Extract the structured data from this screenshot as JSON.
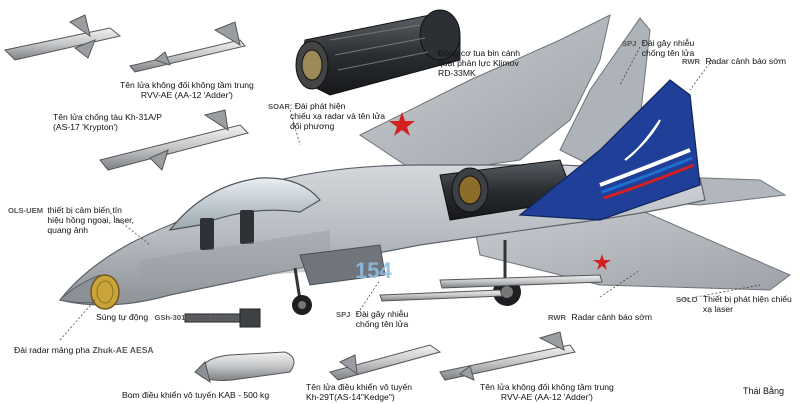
{
  "labels": {
    "rvv_ae_top": "Tên lửa không đối không tầm trung\nRVV-AE (AA-12 'Adder')",
    "kh31": "Tên lửa chống tàu Kh-31A/P\n(AS-17 'Krypton')",
    "engine": "Động cơ tua bin cánh\nquạt phản lực Klimov\nRD-33MK",
    "spj_top_code": "SPJ",
    "spj_top": "Đài gây nhiễu\nchống tên lửa",
    "rwr_top_code": "RWR",
    "rwr_top": "Radar cảnh báo sớm",
    "soar_code": "SOAR",
    "soar": ": Đài phát hiện\nchiếu xạ radar và tên lửa\nđối phương",
    "olsuem_code": "OLS-UEM",
    "olsuem": "thiết bị cảm biến tín\nhiệu hồng ngoại, laser,\nquang ảnh",
    "gun_text": "Súng tự động",
    "gun_code": "GSh-301 30mm cannon",
    "radar_text": "Đài radar mảng pha",
    "radar_code": "Zhuk-AE AESA",
    "spj_bottom_code": "SPJ",
    "spj_bottom": "Đài gây nhiễu\nchống tên lửa",
    "rwr_bottom_code": "RWR",
    "rwr_bottom": "Radar cảnh báo sớm",
    "solo_code": "SOLO",
    "solo": "Thiết bị phát hiện chiếu\nxạ laser",
    "kab": "Bom điều khiển vô tuyến KAB - 500 kg",
    "kh29": "Tên lửa điều khiển vô tuyến\nKh-29T(AS-14\"Kedge\")",
    "rvv_ae_bottom": "Tên lửa không đối không tầm trung\nRVV-AE (AA-12 'Adder')",
    "credit": "Thái Bằng",
    "tail_number": "154"
  },
  "colors": {
    "aircraft_grey": "#b9bec4",
    "tail_blue": "#1f3f99",
    "star_red": "#d32020",
    "engine_dark": "#2a2d31"
  }
}
